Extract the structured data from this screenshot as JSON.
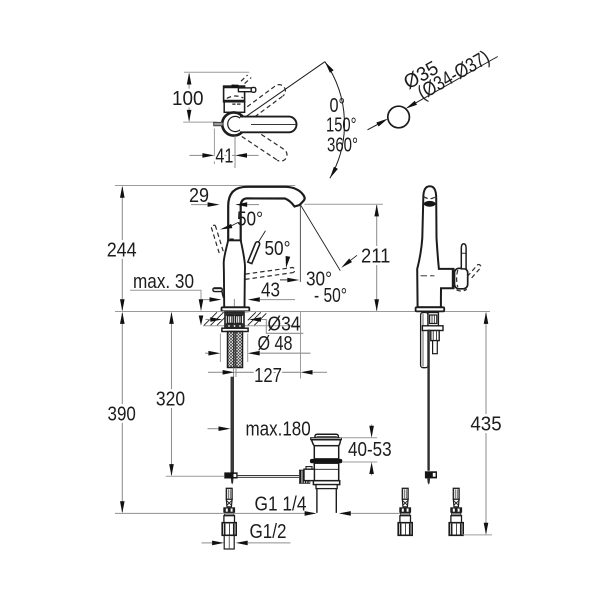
{
  "document": {
    "type": "technical dimension drawing",
    "subject": "single-lever basin mixer faucet with pop-up waste",
    "background_color": "#ffffff",
    "line_color": "#1c1c1c",
    "dimension_line_color": "#8f8f8f",
    "text_color": "#1c1c1c"
  },
  "top_view": {
    "handle_height": "100",
    "spout_offset": "41",
    "swivel_angles": {
      "a1": "0°",
      "a2": "150°",
      "a3": "360°"
    }
  },
  "hole_detail": {
    "diameter": "Ø35",
    "range": "(Ø34-Ø37)"
  },
  "front_view": {
    "total_height": "244",
    "spout_axis_offset": "29",
    "max_deck_thickness": "max. 30",
    "lever_angle_left": "50°",
    "lever_angle_right": "50°",
    "body_width": "43",
    "spray_angle_min": "30°",
    "spray_angle_max": "- 50°",
    "spout_outlet_height": "211",
    "shank_diameter": "Ø34",
    "base_diameter": "Ø 48",
    "outlet_reach": "127",
    "below_deck_total": "390",
    "rod_drop": "320",
    "rod_max_length": "max.180",
    "waste_clamp_range": "40-53",
    "waste_thread": "G1 1/4",
    "supply_thread": "G1/2"
  },
  "side_view": {
    "hose_length_below_deck": "435"
  }
}
